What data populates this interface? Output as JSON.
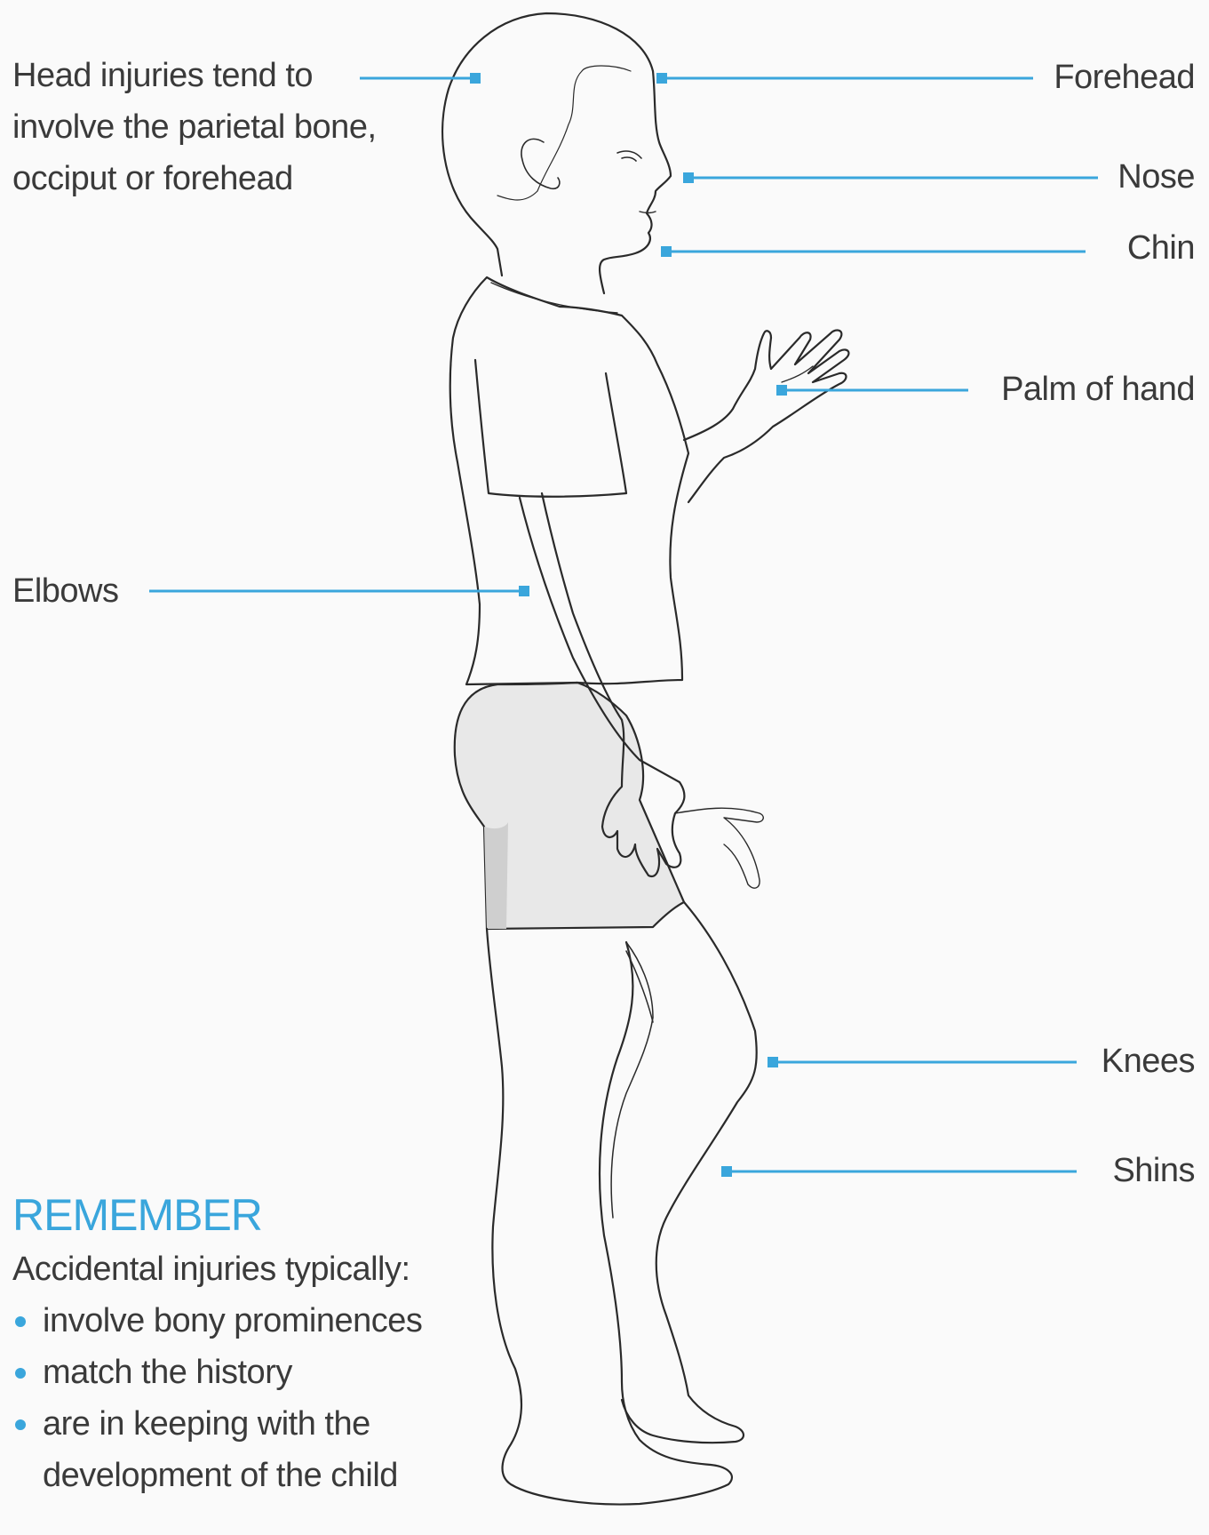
{
  "head_note": {
    "lines": [
      "Head injuries tend to",
      "involve the parietal bone,",
      "occiput or forehead"
    ]
  },
  "labels": {
    "forehead": "Forehead",
    "nose": "Nose",
    "chin": "Chin",
    "palm": "Palm of hand",
    "elbows": "Elbows",
    "knees": "Knees",
    "shins": "Shins"
  },
  "remember": {
    "title": "REMEMBER",
    "intro": "Accidental injuries typically:",
    "bullets": [
      {
        "lines": [
          "involve bony prominences"
        ]
      },
      {
        "lines": [
          "match the history"
        ]
      },
      {
        "lines": [
          "are in keeping with the",
          "development of the child"
        ]
      }
    ]
  },
  "colors": {
    "accent": "#3aa6dc",
    "text": "#3a3a3a",
    "outline": "#2a2a2a",
    "shorts": "#e6e6e6",
    "background": "#fafafa"
  }
}
